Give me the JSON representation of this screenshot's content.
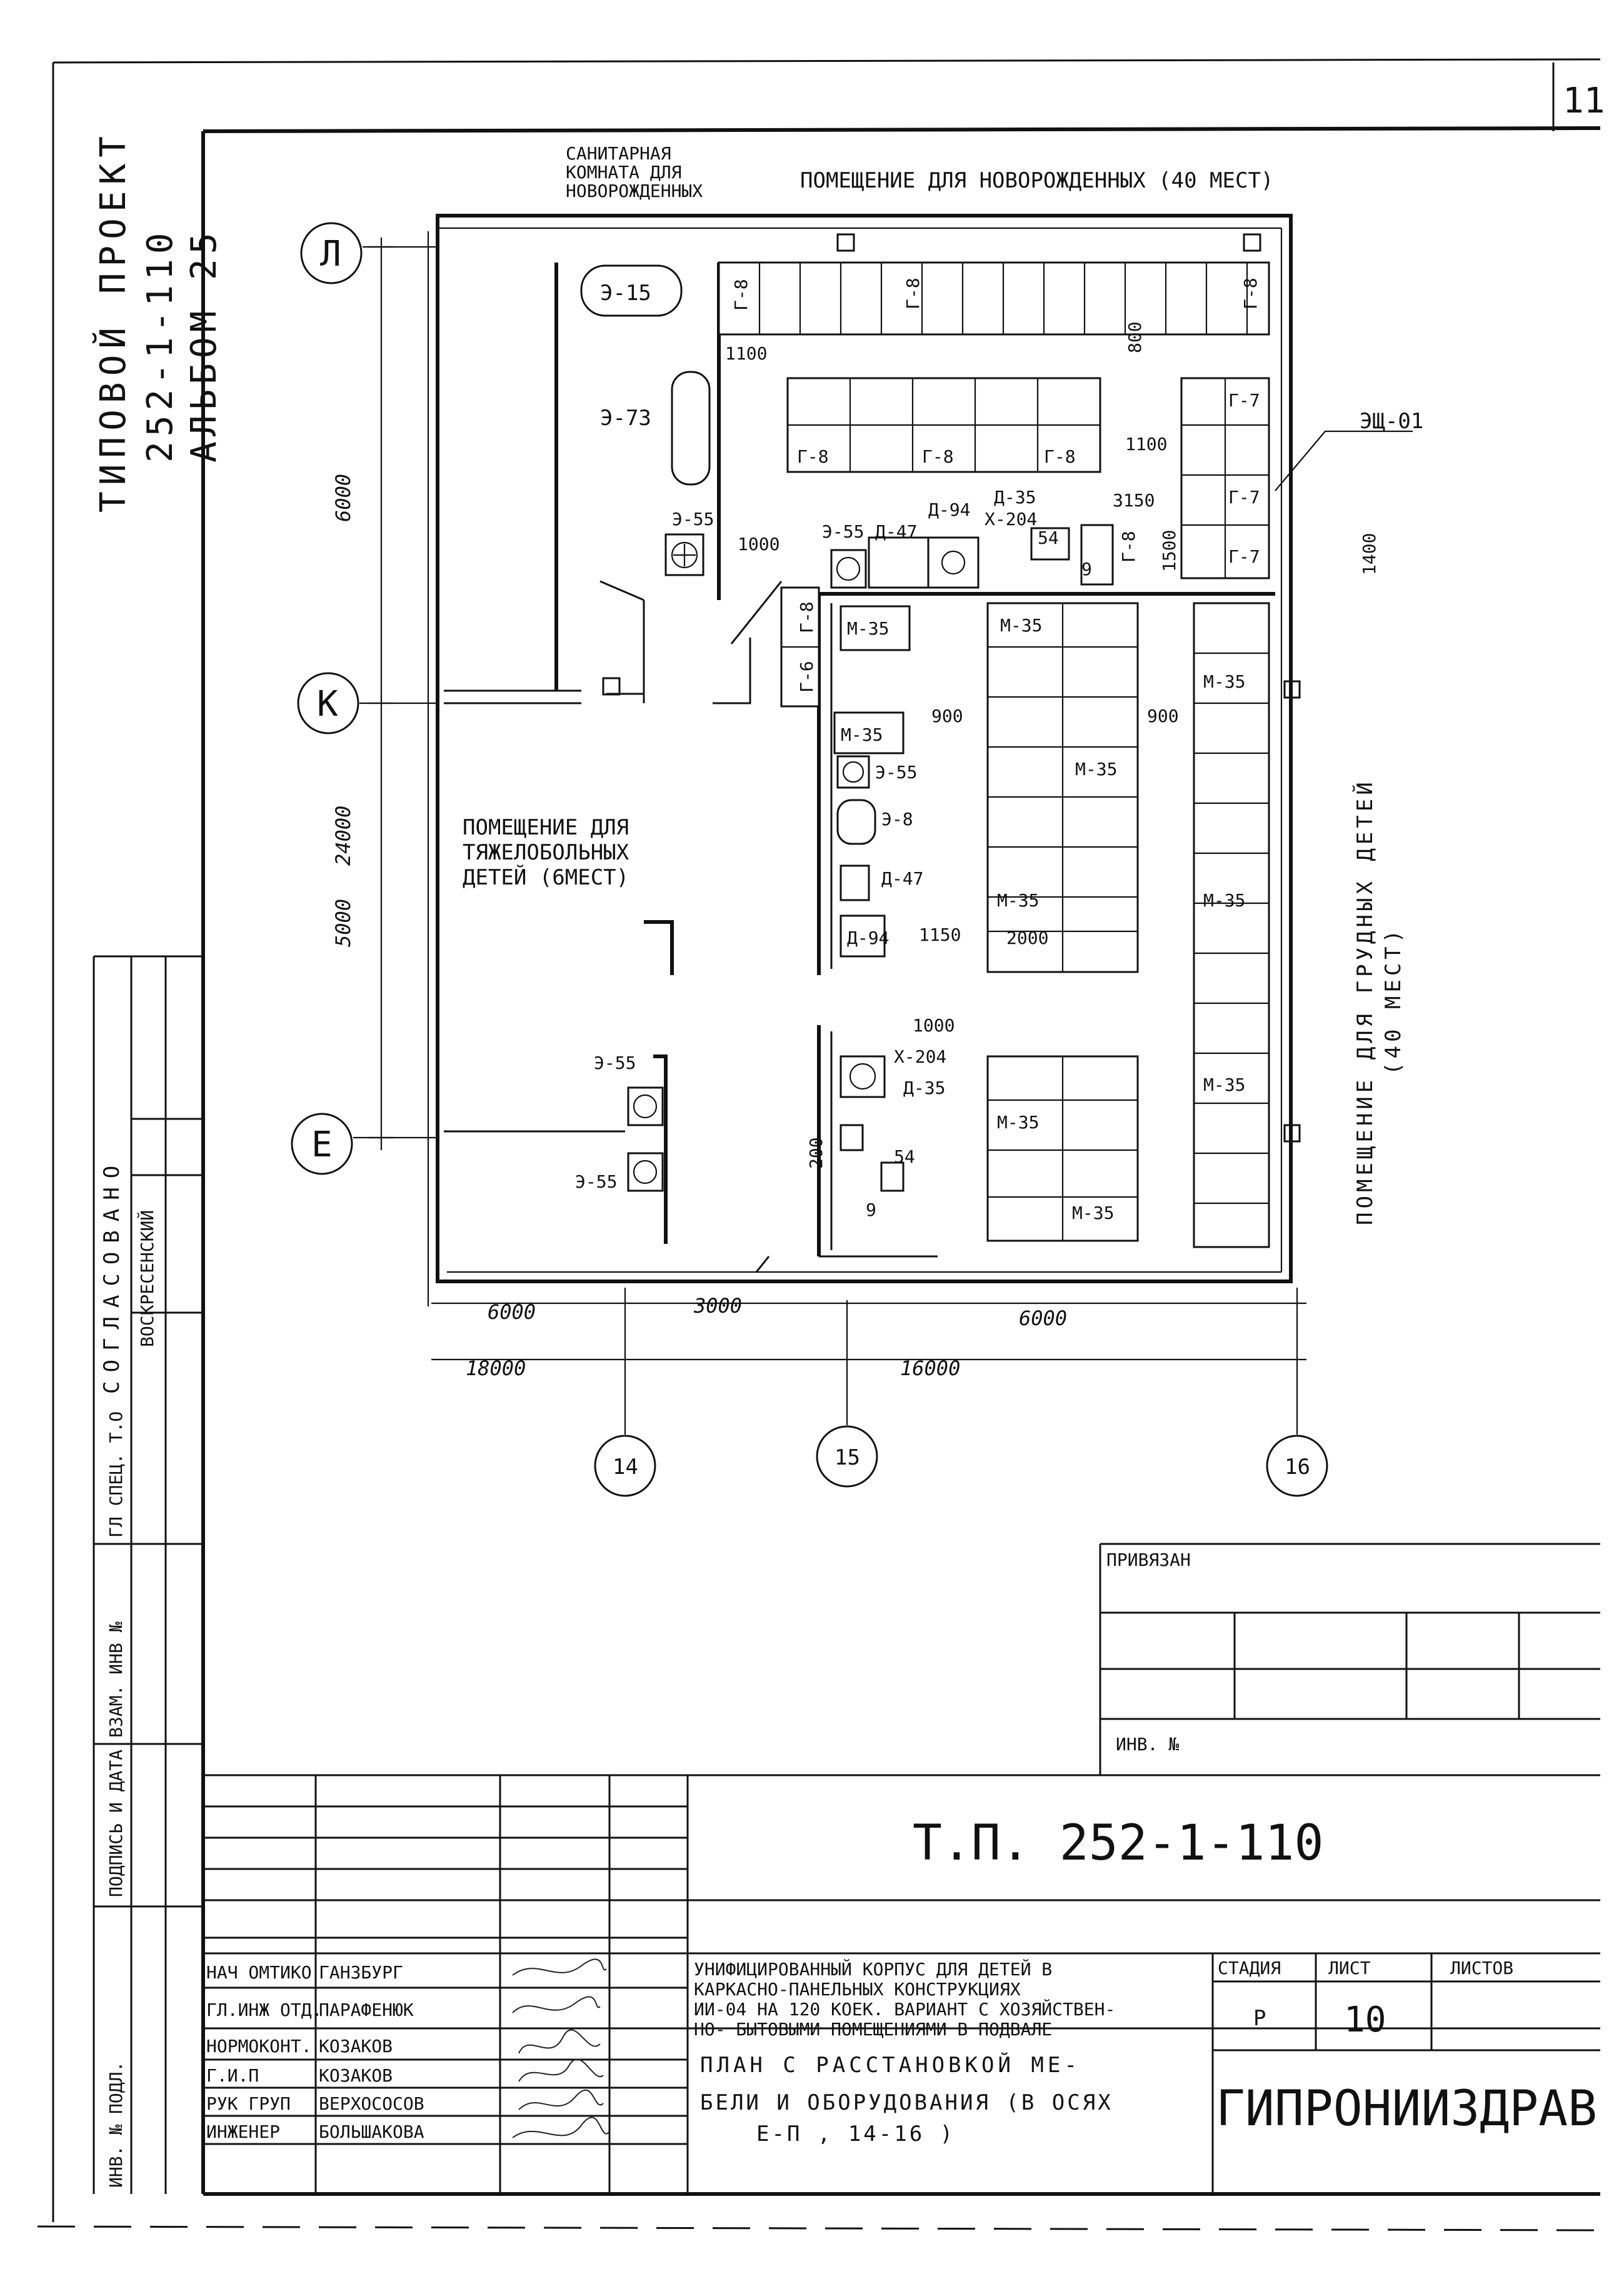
{
  "sheet_corner": "11",
  "left_title": {
    "line1": "ТИПОВОЙ ПРОЕКТ",
    "line2": "252-1-110",
    "line3": "АЛЬБОМ 25"
  },
  "rooms": {
    "sanitary": [
      "САНИТАРНАЯ",
      "КОМНАТА ДЛЯ",
      "НОВОРОЖДЕННЫХ"
    ],
    "newborns": "ПОМЕЩЕНИЕ ДЛЯ НОВОРОЖДЕННЫХ (40 МЕСТ)",
    "severe": [
      "ПОМЕЩЕНИЕ ДЛЯ",
      "ТЯЖЕЛОБОЛЬНЫХ",
      "ДЕТЕЙ (6МЕСТ)"
    ],
    "infants": [
      "ПОМЕЩЕНИЕ ДЛЯ ГРУДНЫХ ДЕТЕЙ",
      "(40 МЕСТ)"
    ]
  },
  "axes": {
    "rows": [
      "Л",
      "К",
      "Е"
    ],
    "cols": [
      "14",
      "15",
      "16"
    ]
  },
  "dimensions": {
    "v_total": "24000",
    "v_top": "6000",
    "v_bottom": "5000",
    "h_row1": [
      "6000",
      "3000",
      "6000"
    ],
    "h_row2": [
      "18000",
      "16000"
    ],
    "inner": [
      "1100",
      "800",
      "1100",
      "3150",
      "1500",
      "1000",
      "900",
      "900",
      "1150",
      "2000",
      "1000",
      "200",
      "1400"
    ]
  },
  "equipment": {
    "e15": "Э-15",
    "e73": "Э-73",
    "e55": "Э-55",
    "e8": "Э-8",
    "eshch": "ЭЩ-01",
    "g8": "Г-8",
    "g7": "Г-7",
    "g6": "Г-6",
    "m35": "М-35",
    "d35": "Д-35",
    "d47": "Д-47",
    "d94": "Д-94",
    "x204": "Х-204",
    "n54": "54",
    "n9": "9"
  },
  "approval": {
    "header": "СОГЛАСОВАНО",
    "row1_role": "ГЛ СПЕЦ. Т.О",
    "row1_name": "ВОСКРЕСЕНСКИЙ",
    "vzam": "ВЗАМ. ИНВ №",
    "podpis": "ПОДПИСЬ И ДАТА",
    "inv": "ИНВ. № ПОДЛ."
  },
  "privyazan": {
    "title": "ПРИВЯЗАН",
    "inv": "ИНВ. №"
  },
  "stamp": {
    "code": "Т.П. 252-1-110",
    "people": [
      {
        "role": "НАЧ ОМТИКО",
        "name": "ГАНЗБУРГ"
      },
      {
        "role": "ГЛ.ИНЖ ОТД.",
        "name": "ПАРАФЕНЮК"
      },
      {
        "role": "НОРМОКОНТ.",
        "name": "КОЗАКОВ"
      },
      {
        "role": "Г.И.П",
        "name": "КОЗАКОВ"
      },
      {
        "role": "РУК ГРУП",
        "name": "ВЕРХОСОСОВ"
      },
      {
        "role": "ИНЖЕНЕР",
        "name": "БОЛЬШАКОВА"
      }
    ],
    "description": [
      "УНИФИЦИРОВАННЫЙ КОРПУС ДЛЯ ДЕТЕЙ В",
      "КАРКАСНО-ПАНЕЛЬНЫХ КОНСТРУКЦИЯХ",
      "ИИ-04 НА 120 КОЕК. ВАРИАНТ С ХОЗЯЙСТВЕН-",
      "НО- БЫТОВЫМИ ПОМЕЩЕНИЯМИ В ПОДВАЛЕ"
    ],
    "sheet_title": [
      "ПЛАН С РАССТАНОВКОЙ МЕ-",
      "БЕЛИ И ОБОРУДОВАНИЯ (В ОСЯХ",
      "Е-П , 14-16 )"
    ],
    "stage_label": "СТАДИЯ",
    "sheet_label": "ЛИСТ",
    "sheets_label": "ЛИСТОВ",
    "stage": "Р",
    "sheet": "10",
    "org": "ГИПРОНИИЗДРАВ"
  }
}
